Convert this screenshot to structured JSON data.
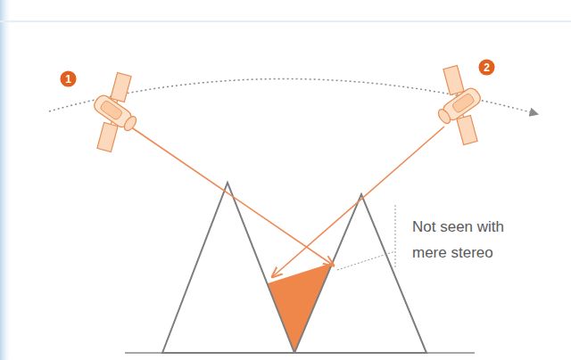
{
  "diagram": {
    "nodes": [
      {
        "text": [
          "1"
        ]
      },
      {
        "text": [
          "2"
        ]
      }
    ],
    "labels": [
      "Not seen with mere stereo"
    ]
  }
}
